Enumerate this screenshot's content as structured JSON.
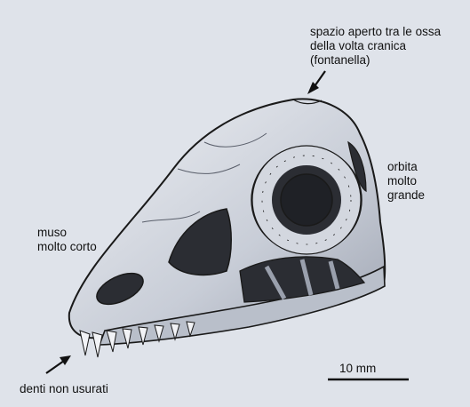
{
  "labels": {
    "fontanelle": "spazio aperto tra le ossa\ndella volta cranica\n(fontanella)",
    "orbit": "orbita\nmolto\ngrande",
    "snout": "muso\nmolto corto",
    "teeth": "denti non usurati",
    "scale": "10 mm"
  },
  "colors": {
    "background": "#dfe3ea",
    "bone": "#c9ced8",
    "bone_light": "#e6e9ef",
    "cavity": "#2b2d33",
    "ink": "#1a1a1a"
  }
}
